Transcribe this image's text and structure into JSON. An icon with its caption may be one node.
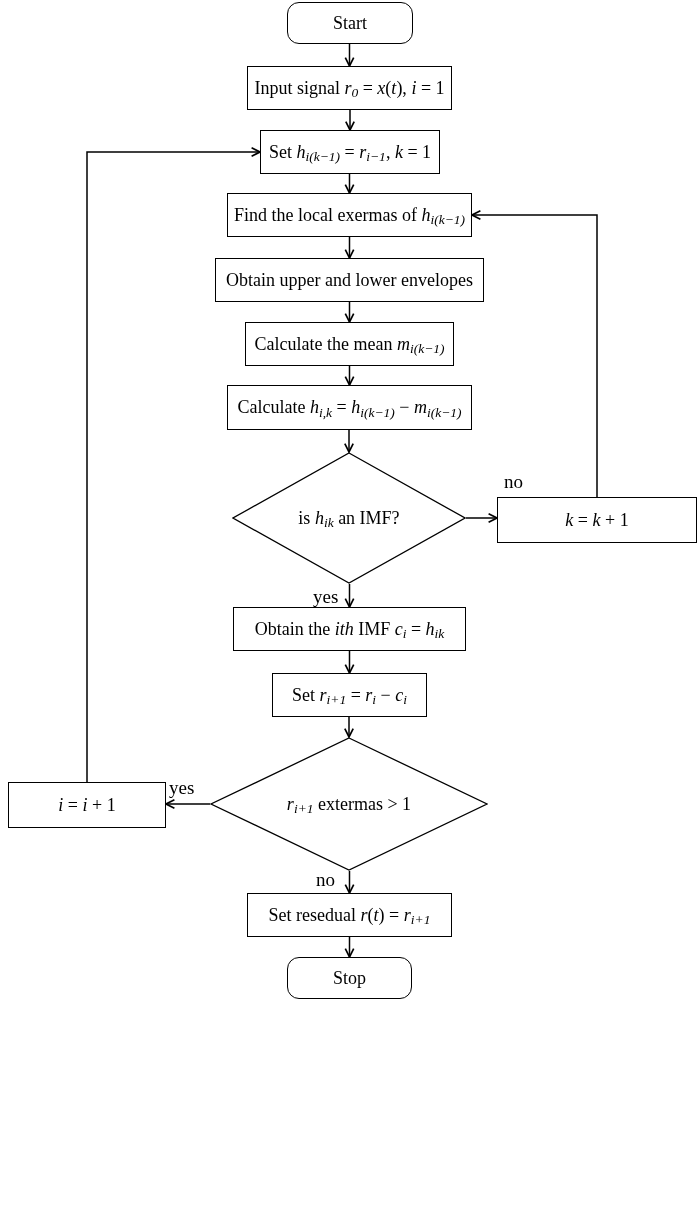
{
  "diagram": {
    "nodes": [
      {
        "text": [
          "Start"
        ]
      },
      {
        "text": [
          "Input signal *r*$_{0}$ = *x*(*t*), *i* = 1"
        ]
      },
      {
        "text": [
          "Set *h*$_{i(k−1)}$ = *r*$_{i−1}$, *k* = 1"
        ]
      },
      {
        "text": [
          "Find the local exermas of *h*$_{i(k−1)}$"
        ]
      },
      {
        "text": [
          "Obtain upper and lower envelopes"
        ]
      },
      {
        "text": [
          "Calculate the mean *m*$_{i(k−1)}$"
        ]
      },
      {
        "text": [
          "Calculate *h*$_{i,k}$ = *h*$_{i(k−1)}$ − *m*$_{i(k−1)}$"
        ]
      },
      {
        "text": [
          "is *h*$_{ik}$ an IMF?"
        ]
      },
      {
        "text": [
          "*k* = *k* + 1"
        ]
      },
      {
        "text": [
          "Obtain the *ith* IMF *c*$_{i}$ = *h*$_{ik}$"
        ]
      },
      {
        "text": [
          "Set *r*$_{i+1}$ = *r*$_{i}$ − *c*$_{i}$"
        ]
      },
      {
        "text": [
          "*r*$_{i+1}$ extermas > 1"
        ]
      },
      {
        "text": [
          "*i* = *i* + 1"
        ]
      },
      {
        "text": [
          "Set resedual *r*(*t*) = *r*$_{i+1}$"
        ]
      },
      {
        "text": [
          "Stop"
        ]
      }
    ],
    "edges": [
      {
        "from": 0,
        "to": 1,
        "arrow": "to"
      },
      {
        "from": 1,
        "to": 2,
        "arrow": "to"
      },
      {
        "from": 2,
        "to": 3,
        "arrow": "to"
      },
      {
        "from": 3,
        "to": 4,
        "arrow": "to"
      },
      {
        "from": 4,
        "to": 5,
        "arrow": "to"
      },
      {
        "from": 5,
        "to": 6,
        "arrow": "to"
      },
      {
        "from": 6,
        "to": 7,
        "arrow": "to"
      },
      {
        "from": 7,
        "to": 8,
        "arrow": "to",
        "label": "no"
      },
      {
        "from": 8,
        "to": 3,
        "arrow": "to"
      },
      {
        "from": 7,
        "to": 9,
        "arrow": "to",
        "label": "yes"
      },
      {
        "from": 9,
        "to": 10,
        "arrow": "to"
      },
      {
        "from": 10,
        "to": 11,
        "arrow": "to"
      },
      {
        "from": 11,
        "to": 12,
        "arrow": "to",
        "label": "yes"
      },
      {
        "from": 12,
        "to": 2,
        "arrow": "to"
      },
      {
        "from": 11,
        "to": 13,
        "arrow": "to",
        "label": "no"
      },
      {
        "from": 13,
        "to": 14,
        "arrow": "to"
      }
    ]
  }
}
